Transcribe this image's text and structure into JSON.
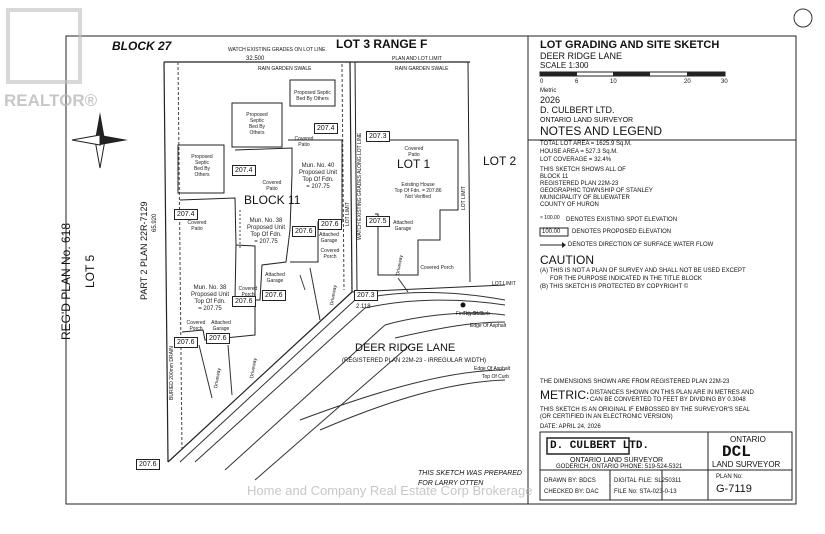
{
  "watermark": {
    "brand": "REALTOR®",
    "brokerage": "Home and Company Real Estate Corp Brokerage"
  },
  "plan": {
    "block27": "BLOCK 27",
    "lot3range": "LOT 3 RANGE F",
    "lot5": "LOT 5",
    "lot1": "LOT 1",
    "lot2": "LOT 2",
    "regd": "REG'D PLAN No. 618",
    "part2": "PART 2 PLAN 22R-7129",
    "block11": "BLOCK 11",
    "road": "DEER RIDGE LANE",
    "road_sub": "(REGISTERED PLAN 22M-23 - IRREGULAR WIDTH)",
    "dim_top": "32.500",
    "dim_left": "65.920",
    "lot_limit": "LOT LIMIT",
    "plan_lot_limit": "PLAN AND LOT LIMIT",
    "watch_top": "WATCH EXISTING GRADES ON LOT LINE",
    "rain1": "RAIN GARDEN SWALE",
    "rain2": "RAIN GARDEN SWALE",
    "watch_side": "WATCH EXISTING GRADES ALONG LOT LINE",
    "lot_limit_side1": "LOT LIMIT",
    "lot_limit_side2": "LOT LIMIT",
    "buried": "BURIED 200mm DRAIN",
    "edge1": "Edge Of Asphalt",
    "edge2": "Edge Of Asphalt",
    "curb1": "Top Of Curb",
    "curb2": "Top Of Curb",
    "hydrant": "Fire Hydrant",
    "dim_2118": "2.118",
    "elevations": [
      "207.4",
      "207.4",
      "207.3",
      "207.4",
      "207.6",
      "207.5",
      "207.6",
      "207.6",
      "207.6",
      "207.6",
      "207.6",
      "207.3",
      "207.6"
    ],
    "units": [
      {
        "lines": [
          "Mun. No. 38",
          "Proposed Unit",
          "Top Of Fdn.",
          "= 207.75"
        ]
      },
      {
        "lines": [
          "Mun. No. 38",
          "Proposed Unit",
          "Top Of Fdn.",
          "= 207.75"
        ]
      },
      {
        "lines": [
          "Mun. No. 40",
          "Proposed Unit",
          "Top Of Fdn.",
          "= 207.75"
        ]
      },
      {
        "lines": [
          "Existing House",
          "Top Of Fdn. = 207.86",
          "Not Verified"
        ]
      }
    ],
    "septic": [
      {
        "lines": [
          "Proposed",
          "Septic",
          "Bed By",
          "Others"
        ]
      },
      {
        "lines": [
          "Proposed",
          "Septic",
          "Bed By",
          "Others"
        ]
      },
      {
        "lines": [
          "Proposed Septic",
          "Bed By Others"
        ]
      }
    ],
    "patios": [
      "Covered Patio",
      "Covered Patio",
      "Covered Patio",
      "Covered Patio"
    ],
    "garages": [
      "Attached Garage",
      "Attached Garage",
      "Attached Garage",
      "Attached Garage"
    ],
    "porches": [
      "Covered Porch",
      "Covered Porch",
      "Covered Porch",
      "Covered Porch"
    ],
    "driveways": [
      "Driveway",
      "Driveway",
      "Driveway",
      "Driveway"
    ]
  },
  "title_block": {
    "title": "LOT GRADING AND SITE SKETCH",
    "street": "DEER RIDGE LANE",
    "scale": "SCALE 1:300",
    "scale_ticks": [
      "0",
      "6",
      "10",
      "20",
      "30"
    ],
    "metric": "Metric",
    "year": "2026",
    "firm": "D. CULBERT LTD.",
    "firm_sub": "ONTARIO LAND SURVEYOR",
    "notes_title": "NOTES AND LEGEND",
    "totals": [
      "TOTAL LOT AREA = 1625.9 Sq.M.",
      "HOUSE AREA = 527.3 Sq.M.",
      "LOT COVERAGE = 32.4%"
    ],
    "shows": [
      "THIS SKETCH SHOWS ALL OF",
      "BLOCK 11",
      "REGISTERED PLAN 22M-23",
      "GEOGRAPHIC TOWNSHIP OF STANLEY",
      "MUNICIPALITY OF BLUEWATER",
      "COUNTY OF HURON"
    ],
    "legend_spot_value": "× 100.00",
    "legend_spot": "DENOTES EXISTING SPOT ELEVATION",
    "legend_prop_value": "100.00",
    "legend_prop": "DENOTES PROPOSED ELEVATION",
    "legend_flow": "DENOTES DIRECTION OF SURFACE WATER FLOW",
    "caution_title": "CAUTION",
    "caution": [
      "(A) THIS IS NOT A PLAN OF SURVEY AND SHALL NOT BE USED EXCEPT",
      "FOR THE PURPOSE INDICATED IN THE TITLE BLOCK",
      "(B) THIS SKETCH IS PROTECTED BY COPYRIGHT ©"
    ],
    "dims_note": "THE DIMENSIONS SHOWN ARE FROM REGISTERED PLAN 22M-23",
    "metric_title": "METRIC:",
    "metric_lines": [
      "DISTANCES SHOWN ON THIS PLAN ARE IN METRES AND",
      "CAN BE CONVERTED TO FEET BY DIVIDING BY 0.3048"
    ],
    "original": [
      "THIS SKETCH IS AN ORIGINAL IF EMBOSSED BY THE SURVEYOR'S SEAL",
      "(OR CERTIFIED IN AN ELECTRONIC VERSION)"
    ],
    "date": "DATE:  APRIL 24, 2026",
    "firm_big": "D. CULBERT LTD.",
    "firm_small": "ONTARIO LAND SURVEYOR",
    "address": "GODERICH, ONTARIO   PHONE: 519-524-5321",
    "ontario": "ONTARIO",
    "dcl": "DCL",
    "land_surveyor": "LAND SURVEYOR",
    "prepared": [
      "THIS SKETCH WAS PREPARED",
      "FOR LARRY OTTEN"
    ],
    "drawn": "DRAWN BY: BDCS",
    "checked": "CHECKED BY: DAC",
    "digital": "DIGITAL FILE: SL250311",
    "file": "FILE No: STA-023-0-13",
    "plan_no_label": "PLAN No:",
    "plan_no": "G-7119"
  }
}
